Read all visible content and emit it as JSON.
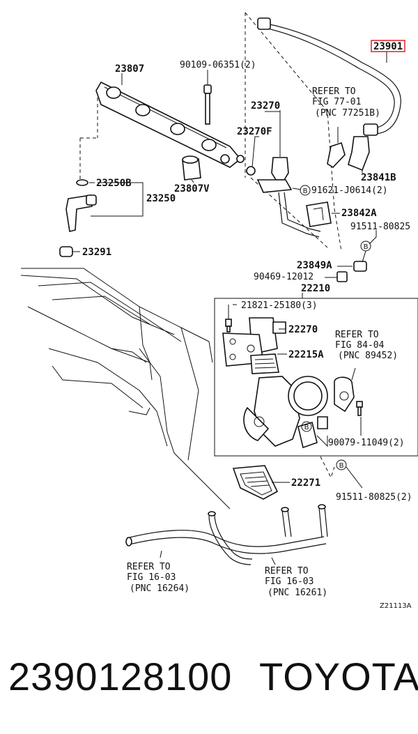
{
  "diagram": {
    "callouts": {
      "c23901": "23901",
      "c23807": "23807",
      "c90109": "90109-06351(2)",
      "c23270": "23270",
      "c23270F": "23270F",
      "c23250B": "23250B",
      "c23250": "23250",
      "c23807V": "23807V",
      "c23291": "23291",
      "c23841B": "23841B",
      "c91621": "91621-J0614(2)",
      "c23842A": "23842A",
      "c91511a": "91511-80825",
      "c23849A": "23849A",
      "c90469": "90469-12012",
      "c22210": "22210",
      "c21821": "21821-25180(3)",
      "c22270": "22270",
      "c22215A": "22215A",
      "c90079": "90079-11049(2)",
      "c22271": "22271",
      "c91511b": "91511-80825(2)",
      "figcode": "Z21113A"
    },
    "refers": {
      "r1": [
        "REFER TO",
        "FIG 77-01",
        "(PNC 77251B)"
      ],
      "r2": [
        "REFER TO",
        "FIG 84-04",
        "(PNC 89452)"
      ],
      "r3": [
        "REFER TO",
        "FIG 16-03",
        "(PNC 16264)"
      ],
      "r4": [
        "REFER TO",
        "FIG 16-03",
        "(PNC 16261)"
      ]
    },
    "badge": "B",
    "highlight_color": "#e0202a"
  },
  "footer": {
    "part_number": "2390128100",
    "brand": "TOYOTA"
  }
}
